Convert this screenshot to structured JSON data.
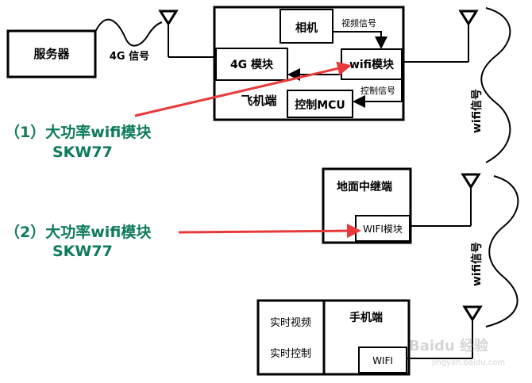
{
  "server": {
    "label": "服务器"
  },
  "link_4g": {
    "label": "4G 信号"
  },
  "aircraft": {
    "title": "飞机端",
    "camera": "相机",
    "video_signal": "视频信号",
    "module_4g": "4G 模块",
    "wifi_module": "wifi模块",
    "control_signal": "控制信号",
    "mcu": "控制MCU"
  },
  "wifi_signal_1": "wifi信号",
  "wifi_signal_2": "wifi信号",
  "relay": {
    "title": "地面中继端",
    "module": "WIFI模块"
  },
  "phone": {
    "title": "手机端",
    "realtime_video": "实时视频",
    "realtime_control": "实时控制",
    "wifi": "WIFI"
  },
  "annotation_1": {
    "line1": "（1）大功率wifi模块",
    "line2": "SKW77"
  },
  "annotation_2": {
    "line1": "（2）大功率wifi模块",
    "line2": "SKW77"
  },
  "watermark": {
    "text": "Baidu 经验",
    "url": "jingyan.baidu.com"
  },
  "colors": {
    "arrow": "#e83a3a",
    "annotation": "#0e7b5c",
    "line": "#000000"
  }
}
